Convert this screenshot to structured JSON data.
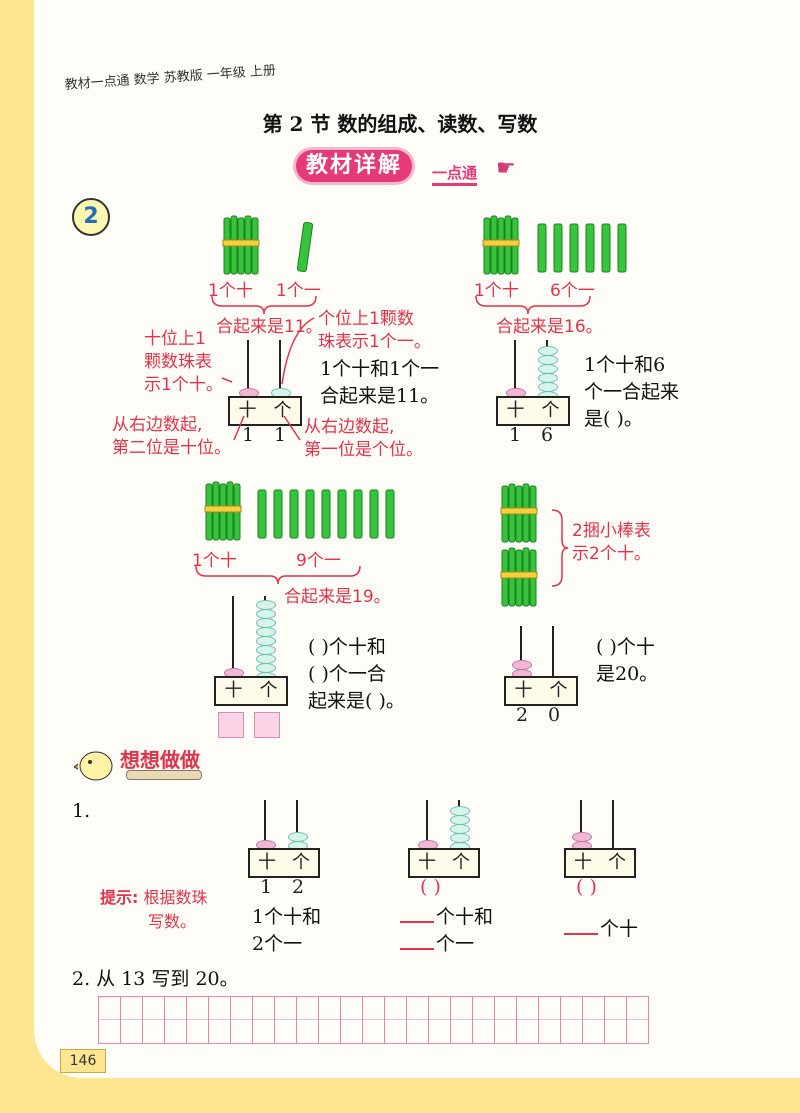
{
  "header": "教材一点通  数学  苏教版  一年级  上册",
  "title": "第 2 节    数的组成、读数、写数",
  "badge": "教材详解",
  "badge_sub": "一点通",
  "example_num": "2",
  "ex1": {
    "lbl_ten": "1个十",
    "lbl_one": "1个一",
    "combined": "合起来是11。",
    "note_left": [
      "十位上1",
      "颗数珠表",
      "示1个十。"
    ],
    "note_right": [
      "个位上1颗数",
      "珠表示1个一。"
    ],
    "note_bottom_left": [
      "从右边数起,",
      "第二位是十位。"
    ],
    "note_bottom_right": [
      "从右边数起,",
      "第一位是个位。"
    ],
    "text": [
      "1个十和1个一",
      "合起来是11。"
    ],
    "ten": "十",
    "one": "个",
    "d1": "1",
    "d2": "1"
  },
  "ex2": {
    "lbl_ten": "1个十",
    "lbl_one": "6个一",
    "combined": "合起来是16。",
    "text1": "1个十和6",
    "text2": "个一合起来",
    "text3": "是(      )。",
    "ten": "十",
    "one": "个",
    "d1": "1",
    "d2": "6"
  },
  "ex3": {
    "lbl_ten": "1个十",
    "lbl_one": "9个一",
    "combined": "合起来是19。",
    "text1": "(      )个十和",
    "text2": "(      )个一合",
    "text3": "起来是(      )。",
    "ten": "十",
    "one": "个"
  },
  "ex4": {
    "note": [
      "2捆小棒表",
      "示2个十。"
    ],
    "text1": "(      )个十",
    "text2": "是20。",
    "ten": "十",
    "one": "个",
    "d1": "2",
    "d2": "0"
  },
  "think": "想想做做",
  "q1": {
    "num": "1.",
    "hint_label": "提示:",
    "hint": [
      "根据数珠",
      "写数。"
    ],
    "a": {
      "ten": "十",
      "one": "个",
      "d1": "1",
      "d2": "2",
      "line1": "1个十和",
      "line2": "2个一"
    },
    "b": {
      "ten": "十",
      "one": "个",
      "paren": "(      )",
      "line1": "个十和",
      "line2": "个一"
    },
    "c": {
      "ten": "十",
      "one": "个",
      "paren": "(      )",
      "line1": "个十"
    }
  },
  "q2": "2. 从 13 写到 20。",
  "page_number": "146"
}
